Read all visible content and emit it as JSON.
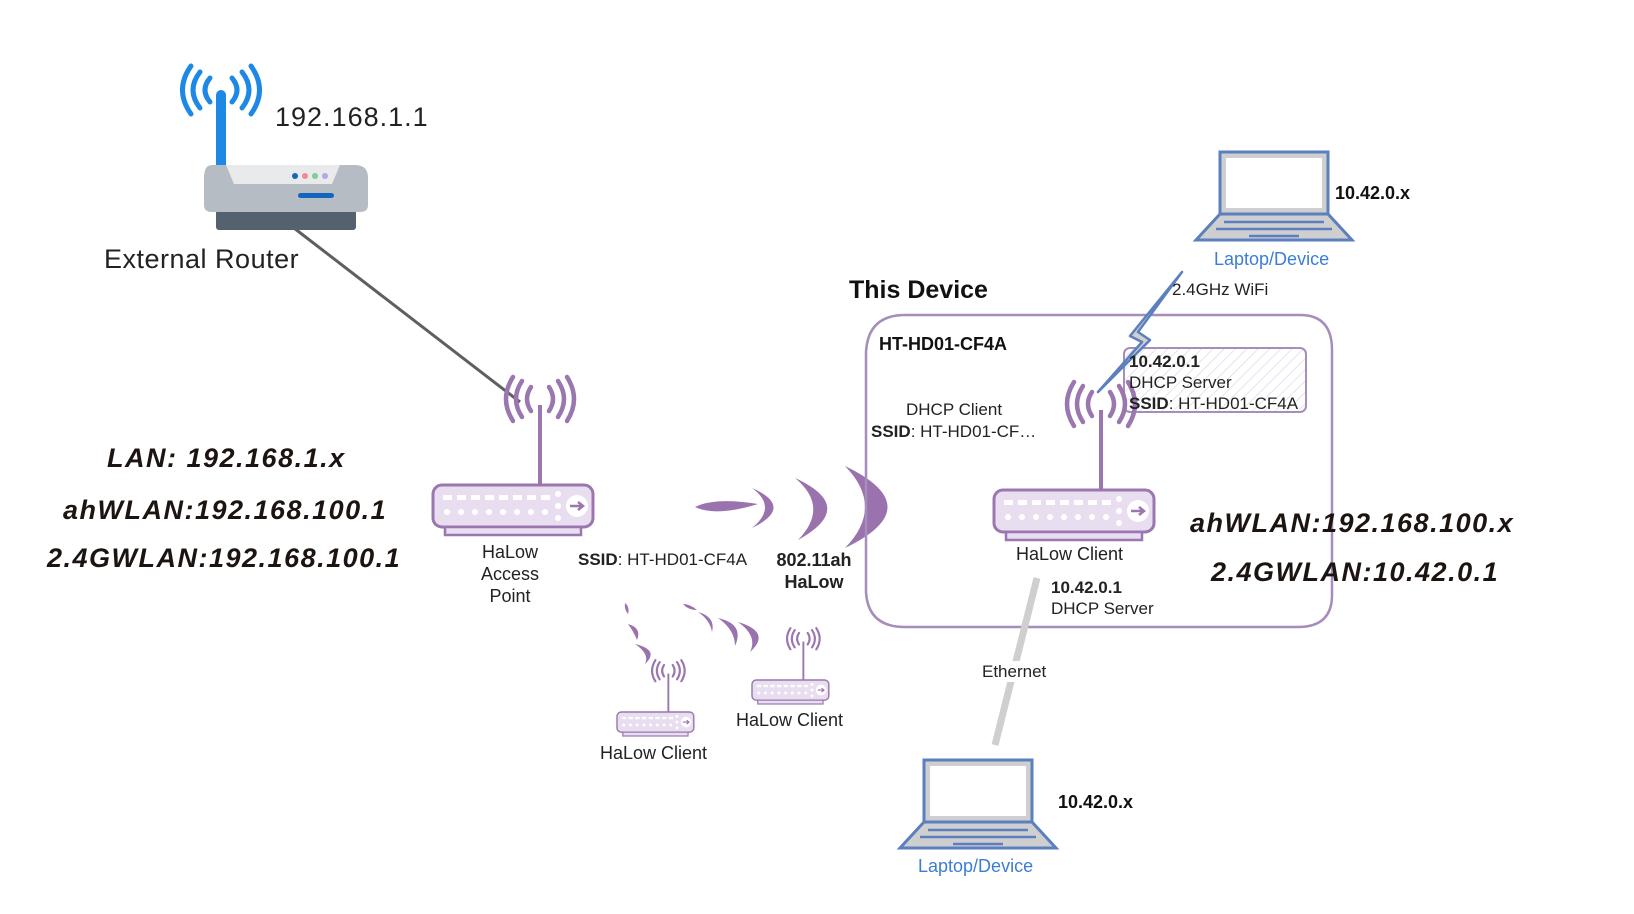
{
  "external_router": {
    "ip": "192.168.1.1",
    "name": "External Router",
    "icon": "wifi-router-icon"
  },
  "access_point": {
    "lan": "LAN: 192.168.1.x",
    "ahwlan": "ahWLAN:192.168.100.1",
    "wlan24": "2.4GWLAN:192.168.100.1",
    "label_line1": "HaLow",
    "label_line2": "Access",
    "label_line3": "Point",
    "ssid_key": "SSID",
    "ssid_value": ": HT-HD01-CF4A",
    "icon": "halow-router-icon"
  },
  "link": {
    "protocol_line1": "802.11ah",
    "protocol_line2": "HaLow",
    "wifi_label": "2.4GHz WiFi",
    "ethernet_label": "Ethernet"
  },
  "other_clients": [
    {
      "label": "HaLow Client"
    },
    {
      "label": "HaLow Client"
    }
  ],
  "this_device": {
    "title": "This Device",
    "hostname": "HT-HD01-CF4A",
    "dhcp_client": "DHCP Client",
    "client_ssid_key": "SSID",
    "client_ssid_value": ": HT-HD01-CF…",
    "server_ip": "10.42.0.1",
    "server_role": "DHCP Server",
    "server_ssid_key": "SSID",
    "server_ssid_value": ": HT-HD01-CF4A",
    "client_label": "HaLow Client",
    "eth_ip": "10.42.0.1",
    "eth_role": "DHCP Server",
    "ahwlan": "ahWLAN:192.168.100.x",
    "wlan24": "2.4GWLAN:10.42.0.1"
  },
  "laptops": [
    {
      "label": "Laptop/Device",
      "ip": "10.42.0.x",
      "link": "2.4GHz WiFi"
    },
    {
      "label": "Laptop/Device",
      "ip": "10.42.0.x",
      "link": "Ethernet"
    }
  ],
  "colors": {
    "halow_purple": "#9b77b0",
    "halow_fill": "#e8def0",
    "router_blue": "#1e88e5",
    "laptop_blue": "#5b7fbf",
    "link_gray": "#cfcfcf",
    "label_blue": "#3b7dd8"
  }
}
